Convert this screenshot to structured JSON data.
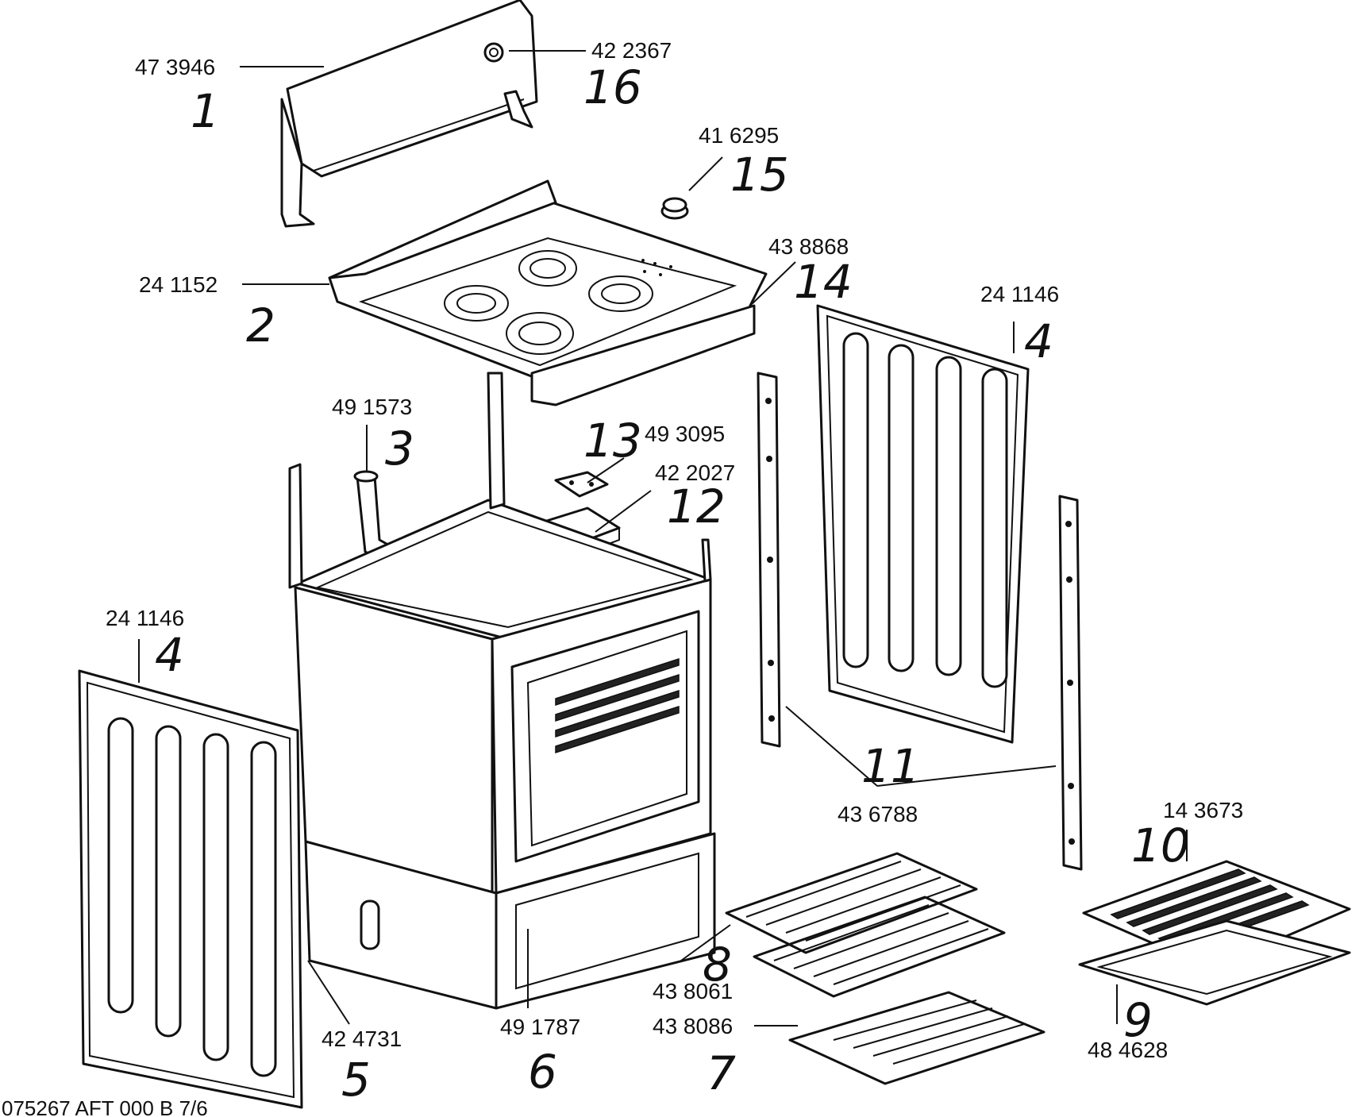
{
  "parts": [
    {
      "index": "1",
      "number": "47 3946"
    },
    {
      "index": "16",
      "number": "42 2367"
    },
    {
      "index": "15",
      "number": "41 6295"
    },
    {
      "index": "2",
      "number": "24 1152"
    },
    {
      "index": "14",
      "number": "43 8868"
    },
    {
      "index": "4",
      "number": "24 1146",
      "side": "right"
    },
    {
      "index": "3",
      "number": "49 1573"
    },
    {
      "index": "13",
      "number": "49 3095"
    },
    {
      "index": "12",
      "number": "42 2027"
    },
    {
      "index": "4",
      "number": "24 1146",
      "side": "left"
    },
    {
      "index": "11",
      "number": "43 6788"
    },
    {
      "index": "10",
      "number": "14 3673"
    },
    {
      "index": "8",
      "number": "43 8061"
    },
    {
      "index": "7",
      "number": "43 8086"
    },
    {
      "index": "9",
      "number": "48 4628"
    },
    {
      "index": "5",
      "number": "42 4731"
    },
    {
      "index": "6",
      "number": "49 1787"
    }
  ],
  "footer": "075267 AFT 000 B  7/6"
}
